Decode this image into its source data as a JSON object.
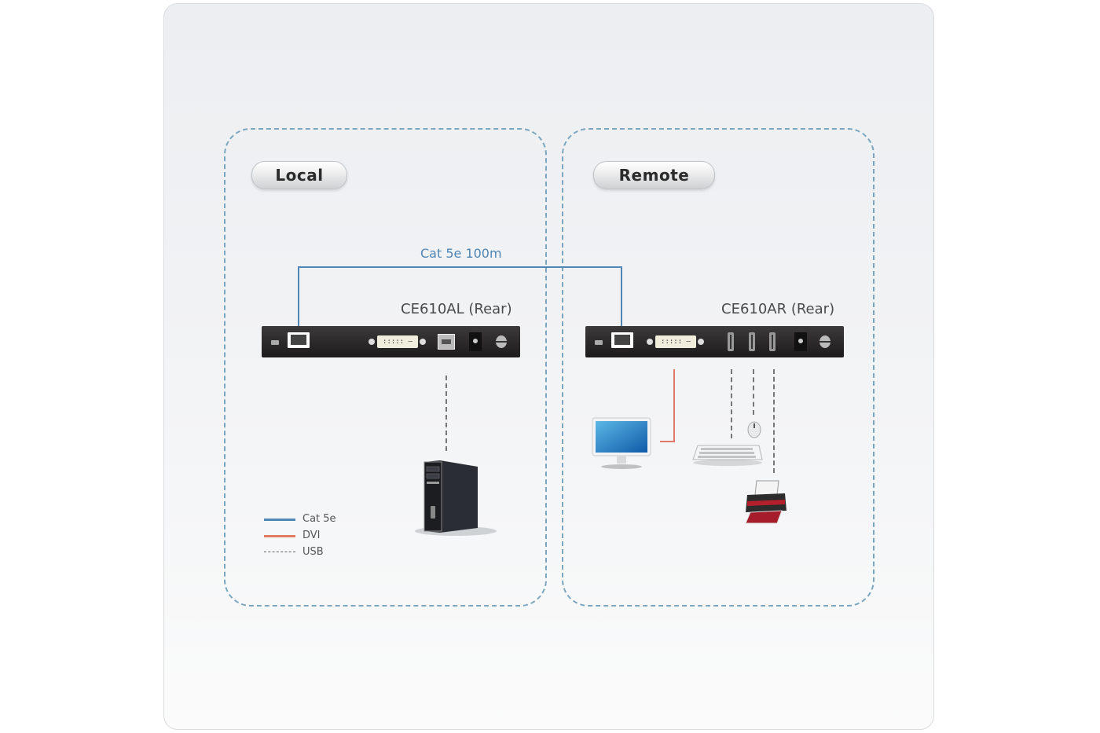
{
  "zones": {
    "local": {
      "label": "Local"
    },
    "remote": {
      "label": "Remote"
    }
  },
  "cable": {
    "label": "Cat 5e 100m"
  },
  "devices": {
    "local_unit": {
      "label": "CE610AL (Rear)",
      "dvi_text": "::::: —"
    },
    "remote_unit": {
      "label": "CE610AR (Rear)",
      "dvi_text": "::::: —"
    }
  },
  "peripherals": {
    "local": [
      "computer"
    ],
    "remote": [
      "monitor",
      "keyboard",
      "mouse",
      "printer"
    ]
  },
  "legend": {
    "items": [
      {
        "label": "Cat 5e",
        "style": "solid",
        "color": "#4f86b4"
      },
      {
        "label": "DVI",
        "style": "solid",
        "color": "#e07a66"
      },
      {
        "label": "USB",
        "style": "dashed",
        "color": "#666666"
      }
    ]
  },
  "colors": {
    "cat5e": "#4f86b4",
    "dvi": "#e07a66",
    "usb": "#666666",
    "zone_border": "#7aa6c0"
  }
}
